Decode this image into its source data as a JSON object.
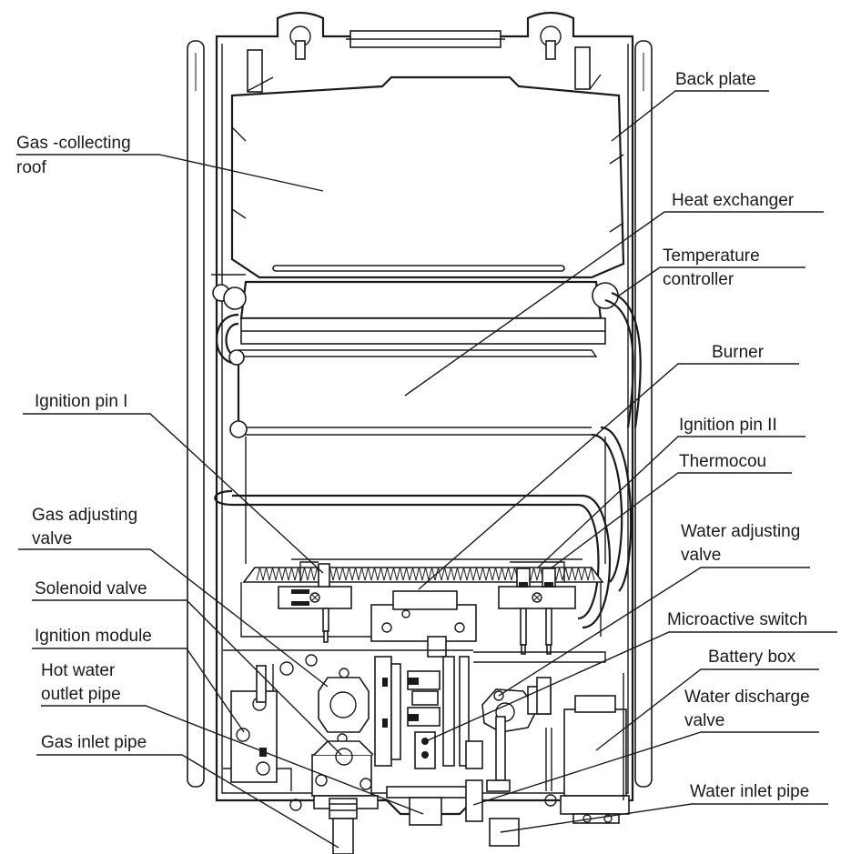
{
  "colors": {
    "line": "#1a1a1a",
    "background": "#ffffff"
  },
  "labels": {
    "back_plate": "Back plate",
    "gas_collecting_roof_1": "Gas -collecting",
    "gas_collecting_roof_2": "roof",
    "heat_exchanger": "Heat exchanger",
    "temperature_controller_1": "Temperature",
    "temperature_controller_2": "controller",
    "burner": "Burner",
    "ignition_pin_1": "Ignition pin I",
    "ignition_pin_2": "Ignition pin II",
    "thermocouple": "Thermocou",
    "gas_adjusting_valve_1": "Gas adjusting",
    "gas_adjusting_valve_2": "valve",
    "water_adjusting_valve_1": "Water adjusting",
    "water_adjusting_valve_2": "valve",
    "solenoid_valve": "Solenoid valve",
    "microactive_switch": "Microactive switch",
    "ignition_module": "Ignition module",
    "battery_box": "Battery box",
    "hot_water_outlet_pipe_1": "Hot water",
    "hot_water_outlet_pipe_2": "outlet pipe",
    "water_discharge_valve_1": "Water discharge",
    "water_discharge_valve_2": "valve",
    "gas_inlet_pipe": "Gas inlet pipe",
    "water_inlet_pipe": "Water inlet pipe"
  }
}
